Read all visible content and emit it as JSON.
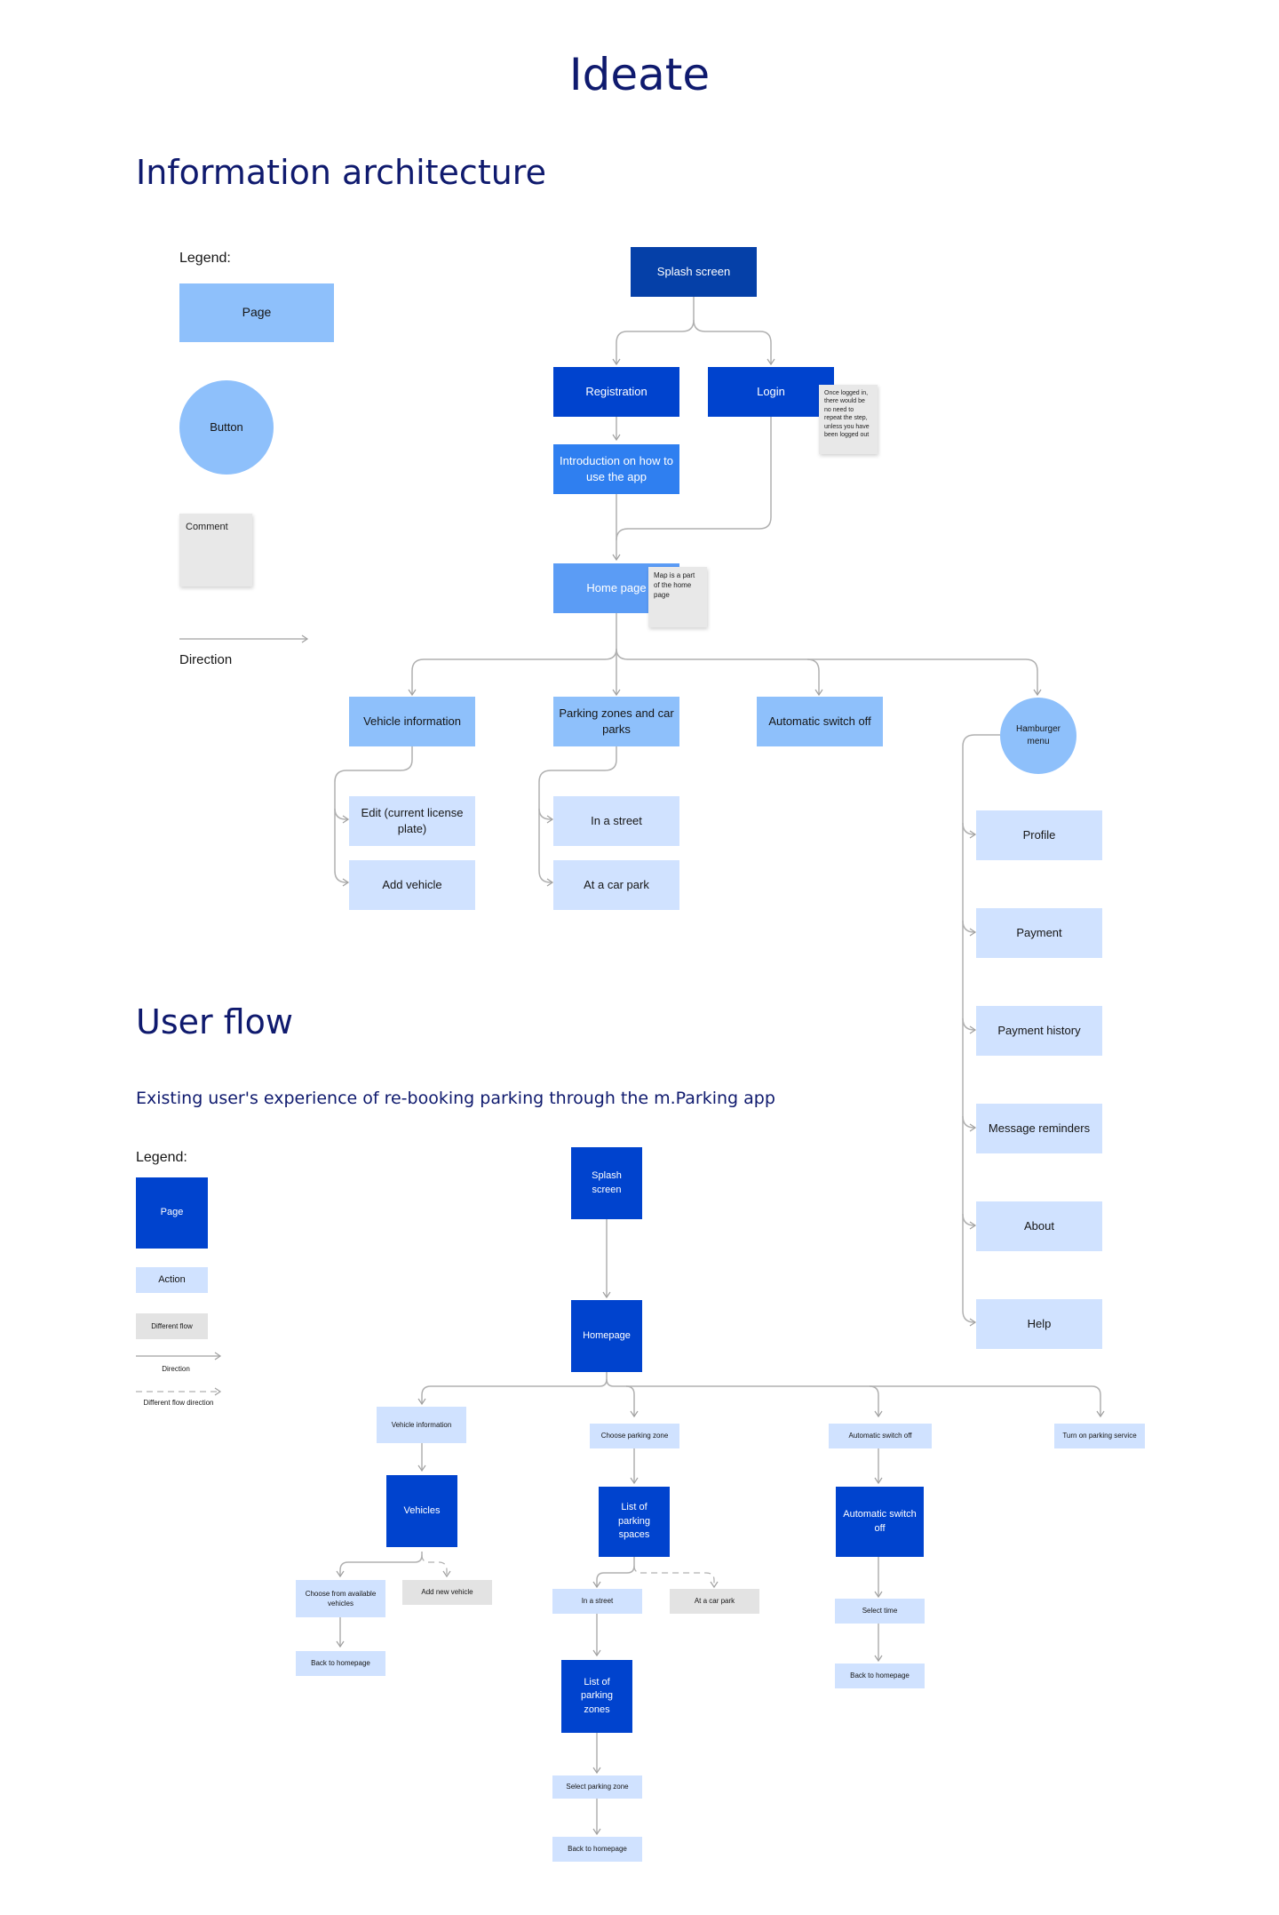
{
  "title": "Ideate",
  "ia": {
    "heading": "Information architecture",
    "legend": {
      "title": "Legend:",
      "page": "Page",
      "button": "Button",
      "comment": "Comment",
      "direction": "Direction"
    },
    "nodes": {
      "splash": "Splash screen",
      "registration": "Registration",
      "login": "Login",
      "intro": "Introduction on how to use the app",
      "home": "Home page",
      "vehicle_info": "Vehicle information",
      "parking_zones": "Parking zones and car parks",
      "auto_switch": "Automatic switch off",
      "hamburger": "Hamburger menu",
      "edit_plate": "Edit (current license plate)",
      "add_vehicle": "Add vehicle",
      "in_street": "In a street",
      "car_park": "At a car park",
      "profile": "Profile",
      "payment": "Payment",
      "payment_history": "Payment history",
      "message_reminders": "Message reminders",
      "about": "About",
      "help": "Help"
    },
    "comments": {
      "login_note": "Once logged in, there would be no need to repeat the step, unless you have been logged out",
      "map_note": "Map is a part of the home page"
    }
  },
  "userflow": {
    "heading": "User flow",
    "subtitle": "Existing user's experience of re-booking parking through the m.Parking app",
    "legend": {
      "title": "Legend:",
      "page": "Page",
      "action": "Action",
      "different_flow": "Different flow",
      "direction": "Direction",
      "different_flow_direction": "Different flow direction"
    },
    "nodes": {
      "splash": "Splash screen",
      "homepage": "Homepage",
      "vehicle_info": "Vehicle information",
      "choose_zone": "Choose parking zone",
      "auto_switch_action": "Automatic switch off",
      "turn_on": "Turn on parking service",
      "vehicles": "Vehicles",
      "list_spaces": "List of parking spaces",
      "auto_switch_page": "Automatic switch off",
      "choose_available": "Choose from available vehicles",
      "add_new": "Add new vehicle",
      "in_street": "In a street",
      "car_park": "At a car park",
      "select_time": "Select time",
      "back_home_1": "Back to homepage",
      "back_home_3": "Back to homepage",
      "list_zones": "List of parking zones",
      "select_zone": "Select parking zone",
      "back_home_2": "Back to homepage"
    }
  },
  "colors": {
    "heading": "#0f1a6e",
    "page_dark": "#0043ce",
    "page_light": "#8ec0fb",
    "action": "#d0e2ff",
    "different_flow": "#e3e3e3",
    "connector": "#a8a8a8"
  }
}
